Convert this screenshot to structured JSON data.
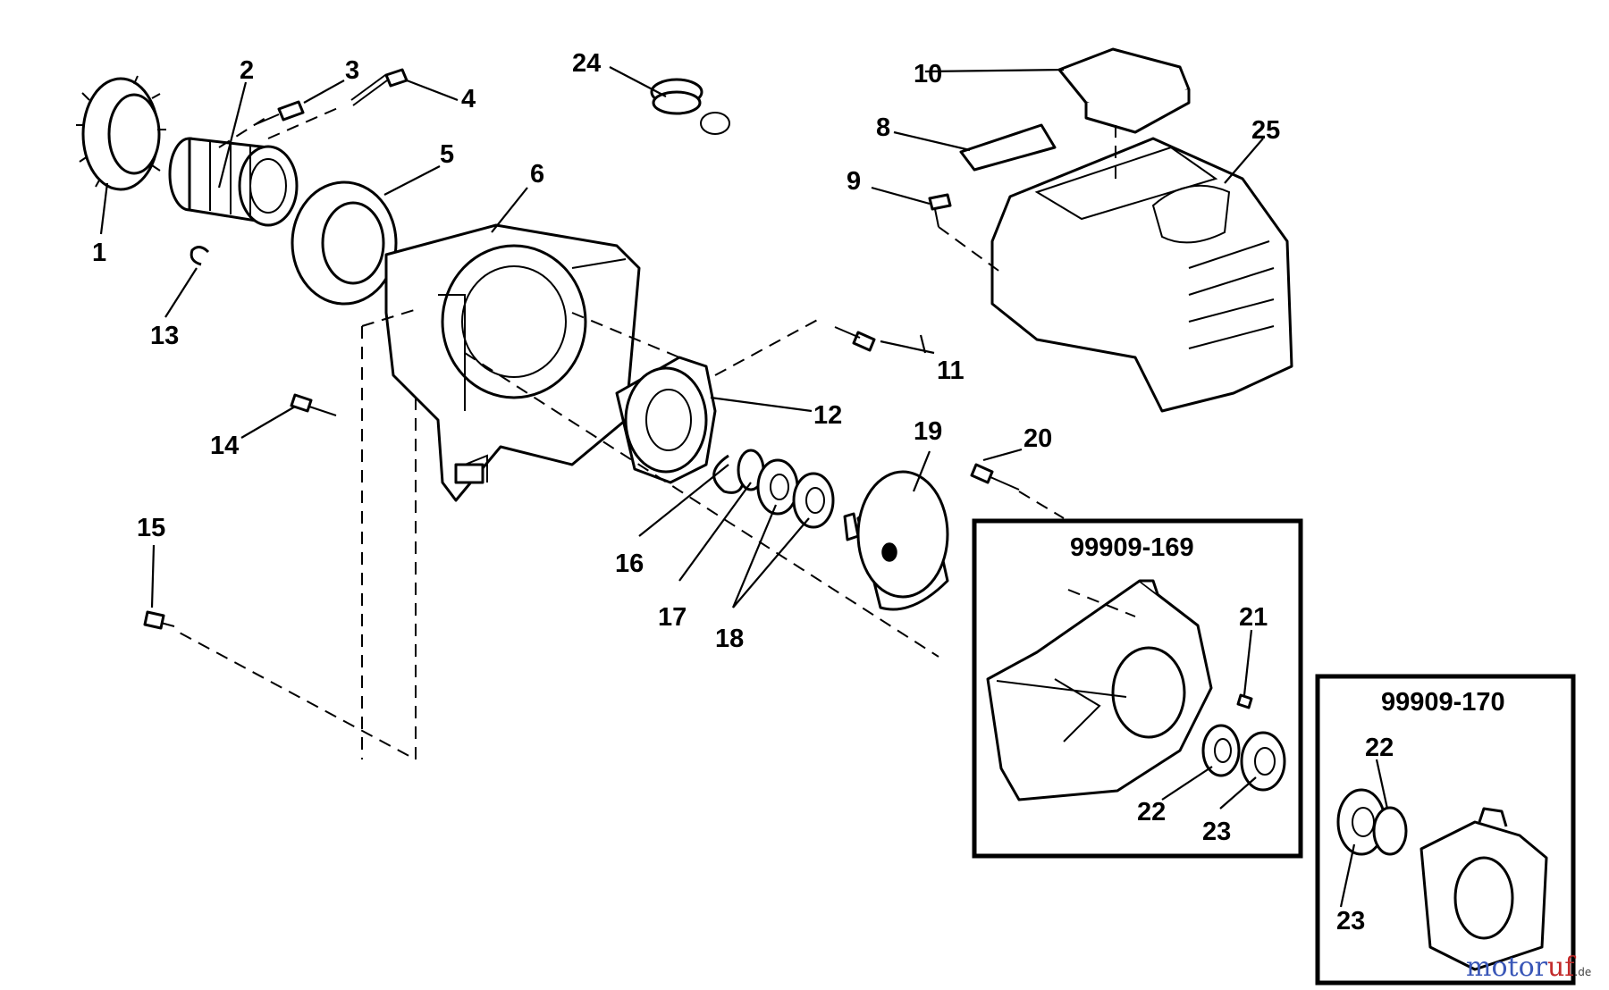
{
  "diagram": {
    "callouts": [
      {
        "id": "1",
        "text": "1"
      },
      {
        "id": "2",
        "text": "2"
      },
      {
        "id": "3",
        "text": "3"
      },
      {
        "id": "4",
        "text": "4"
      },
      {
        "id": "5",
        "text": "5"
      },
      {
        "id": "6",
        "text": "6"
      },
      {
        "id": "8",
        "text": "8"
      },
      {
        "id": "9",
        "text": "9"
      },
      {
        "id": "10",
        "text": "10"
      },
      {
        "id": "11",
        "text": "11"
      },
      {
        "id": "12",
        "text": "12"
      },
      {
        "id": "13",
        "text": "13"
      },
      {
        "id": "14",
        "text": "14"
      },
      {
        "id": "15",
        "text": "15"
      },
      {
        "id": "16",
        "text": "16"
      },
      {
        "id": "17",
        "text": "17"
      },
      {
        "id": "18",
        "text": "18"
      },
      {
        "id": "19",
        "text": "19"
      },
      {
        "id": "20",
        "text": "20"
      },
      {
        "id": "21",
        "text": "21"
      },
      {
        "id": "22a",
        "text": "22"
      },
      {
        "id": "23a",
        "text": "23"
      },
      {
        "id": "22b",
        "text": "22"
      },
      {
        "id": "23b",
        "text": "23"
      },
      {
        "id": "24",
        "text": "24"
      },
      {
        "id": "25",
        "text": "25"
      }
    ],
    "kits": [
      {
        "id": "kit169",
        "label": "99909-169"
      },
      {
        "id": "kit170",
        "label": "99909-170"
      }
    ],
    "watermark": {
      "brand_a": "motor",
      "brand_b": "uf",
      "suffix": ".de"
    }
  }
}
